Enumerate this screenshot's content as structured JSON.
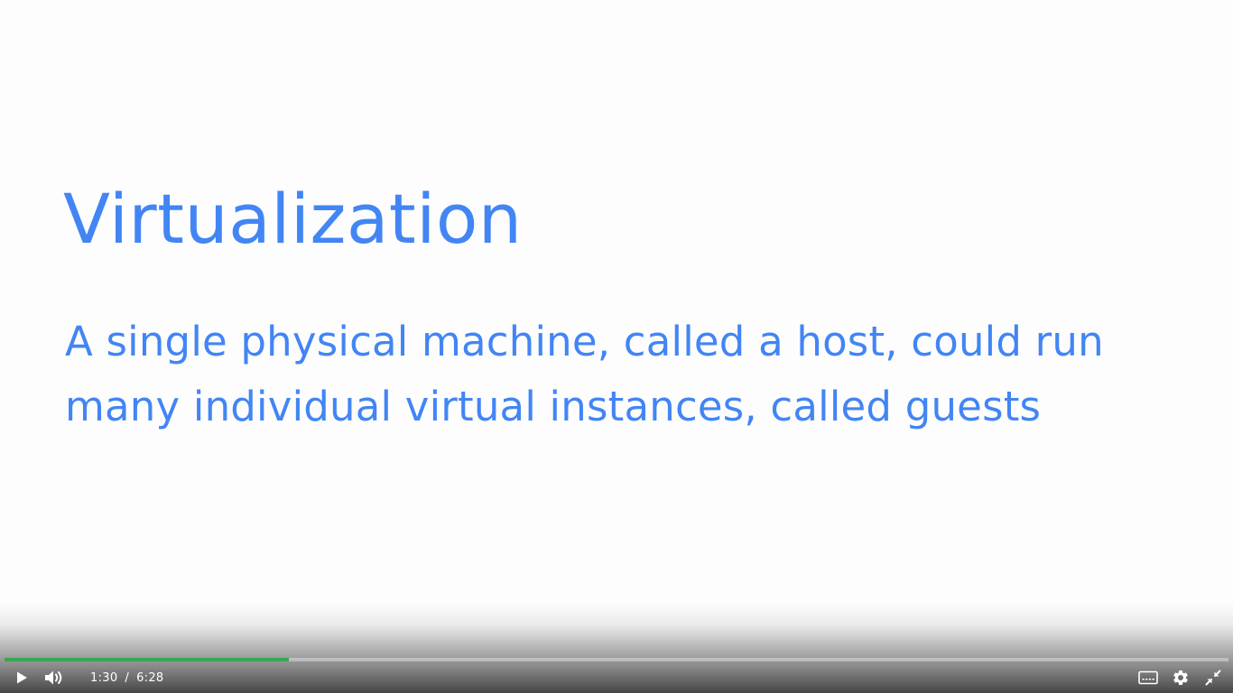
{
  "slide": {
    "title": "Virtualization",
    "body": "A single physical machine, called a host, could run many individual virtual instances, called guests",
    "text_color": "#4285f4"
  },
  "player": {
    "current_time": "1:30",
    "time_separator": "/",
    "duration": "6:28",
    "progress_fraction": 0.232,
    "progress_color": "#34a853",
    "icons": {
      "play": "play-icon",
      "volume": "volume-icon",
      "captions": "captions-icon",
      "settings": "gear-icon",
      "exit_fullscreen": "exit-fullscreen-icon"
    }
  }
}
